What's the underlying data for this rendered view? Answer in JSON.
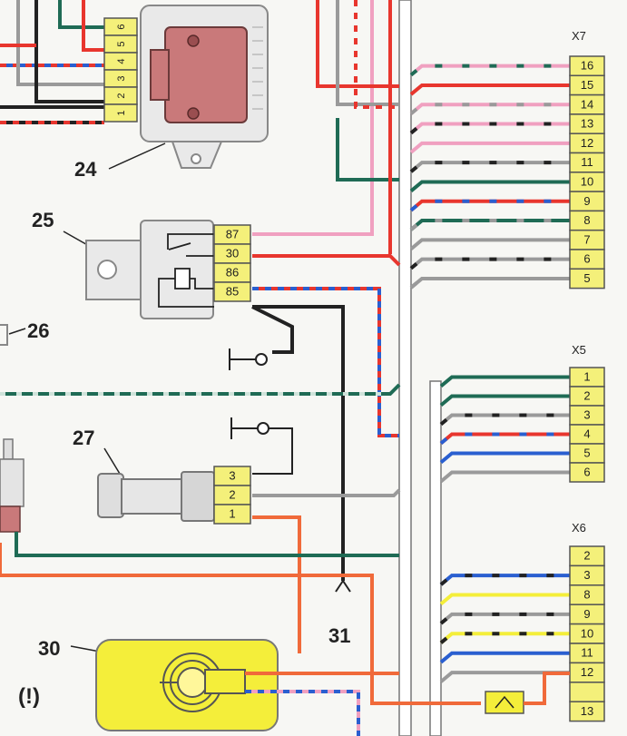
{
  "components": {
    "c24": "24",
    "c25": "25",
    "c26": "26",
    "c27": "27",
    "c30": "30",
    "c31": "31",
    "warning_symbol": "(!)"
  },
  "module24_pins": [
    "6",
    "5",
    "4",
    "3",
    "2",
    "1"
  ],
  "relay25_pins": [
    "87",
    "30",
    "86",
    "85"
  ],
  "sensor27_pins": [
    "3",
    "2",
    "1"
  ],
  "connector_x7": {
    "name": "X7",
    "pins": [
      "16",
      "15",
      "14",
      "13",
      "12",
      "11",
      "10",
      "9",
      "8",
      "7",
      "6",
      "5"
    ]
  },
  "connector_x5": {
    "name": "X5",
    "pins": [
      "1",
      "2",
      "3",
      "4",
      "5",
      "6"
    ]
  },
  "connector_x6": {
    "name": "X6",
    "pins": [
      "2",
      "3",
      "8",
      "9",
      "10",
      "11",
      "12",
      "",
      "13"
    ]
  },
  "colors": {
    "red": "#e8362e",
    "blue": "#2a5fd0",
    "black": "#222222",
    "gray": "#9a9a9a",
    "pink": "#f0a0c0",
    "green": "#1f6b55",
    "orange": "#f06a3a",
    "yellow": "#f4ee3a",
    "connector_fill": "#f4f07a"
  }
}
